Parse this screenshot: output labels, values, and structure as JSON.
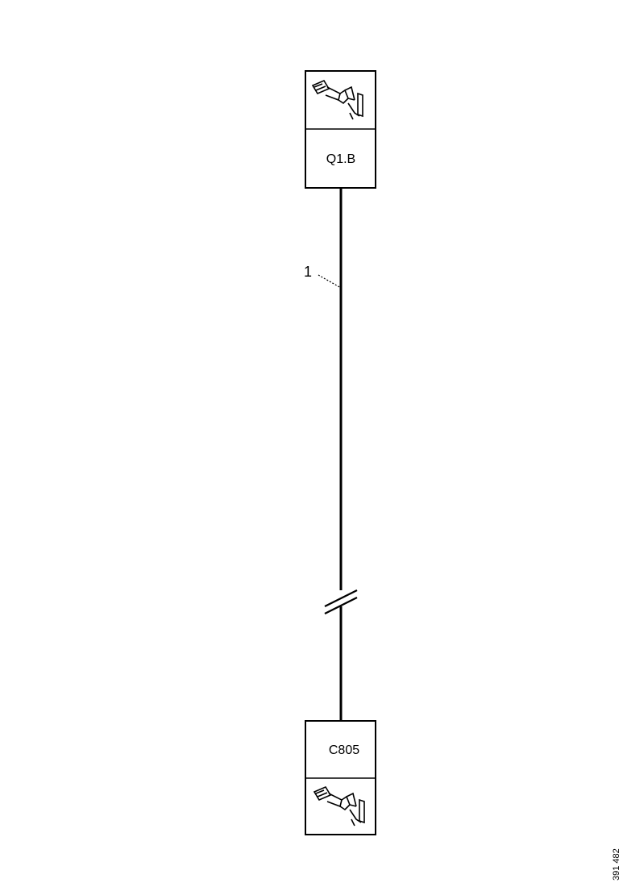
{
  "connectors": {
    "top": {
      "label": "Q1.B",
      "terminal_icon": "terminal-pin-icon"
    },
    "bottom": {
      "label": "C805",
      "terminal_icon": "terminal-pin-icon"
    }
  },
  "wire": {
    "number": "1",
    "break_marker": "double-slash-break"
  },
  "reference": {
    "code": "391 482"
  }
}
